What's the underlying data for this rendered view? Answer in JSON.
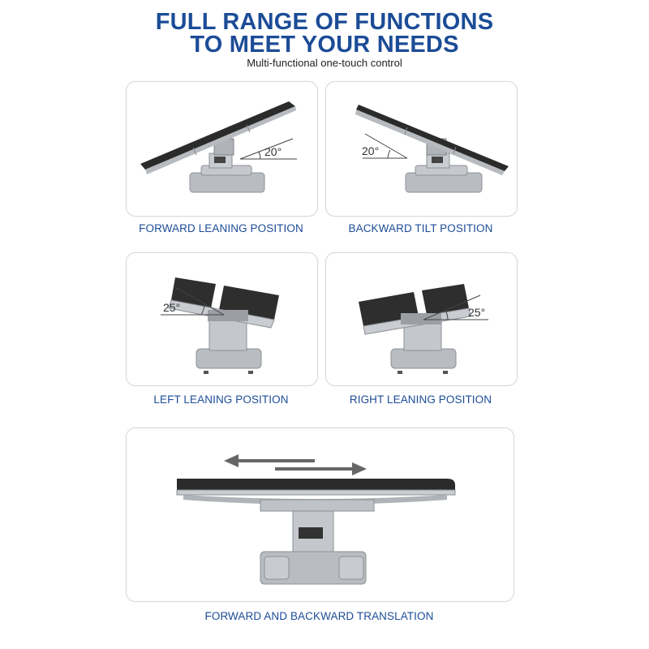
{
  "header": {
    "title_line1": "FULL RANGE OF FUNCTIONS",
    "title_line2": "TO MEET YOUR NEEDS",
    "subtitle": "Multi-functional one-touch control"
  },
  "panels": [
    {
      "id": "forward-leaning",
      "caption": "FORWARD LEANING POSITION",
      "angle": "20°"
    },
    {
      "id": "backward-tilt",
      "caption": "BACKWARD TILT POSITION",
      "angle": "20°"
    },
    {
      "id": "left-leaning",
      "caption": "LEFT LEANING POSITION",
      "angle": "25°"
    },
    {
      "id": "right-leaning",
      "caption": "RIGHT LEANING POSITION",
      "angle": "25°"
    },
    {
      "id": "translation",
      "caption": "FORWARD AND BACKWARD TRANSLATION"
    }
  ],
  "colors": {
    "accent": "#1c4c97",
    "table_top": "#2b2b2b",
    "base": "#b9bcc0"
  }
}
